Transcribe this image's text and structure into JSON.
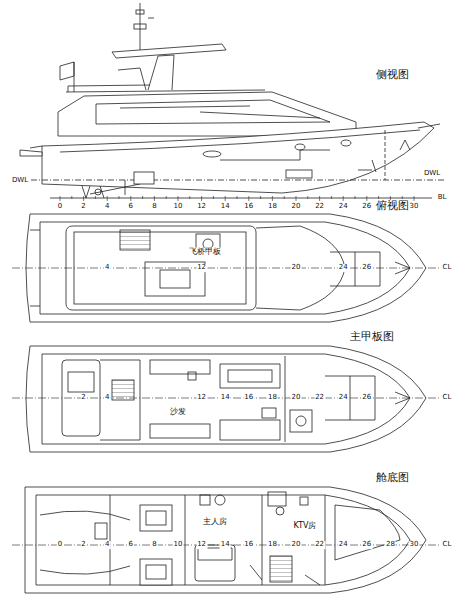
{
  "diagram": {
    "labels": [
      "侧视图",
      "DWL",
      "DWL",
      "BL",
      "0",
      "2",
      "4",
      "6",
      "8",
      "10",
      "12",
      "14",
      "16",
      "18",
      "20",
      "22",
      "24",
      "26",
      "28",
      "30",
      "俯视图",
      "飞桥甲板",
      "CL",
      "4",
      "12",
      "20",
      "24",
      "26",
      "主甲板图",
      "沙发",
      "CL",
      "2",
      "4",
      "12",
      "14",
      "16",
      "18",
      "20",
      "22",
      "24",
      "26",
      "舱底图",
      "主人房",
      "KTV房",
      "CL",
      "0",
      "2",
      "4",
      "6",
      "8",
      "10",
      "12",
      "14",
      "16",
      "18",
      "20",
      "22",
      "24",
      "26",
      "28",
      "30"
    ]
  }
}
